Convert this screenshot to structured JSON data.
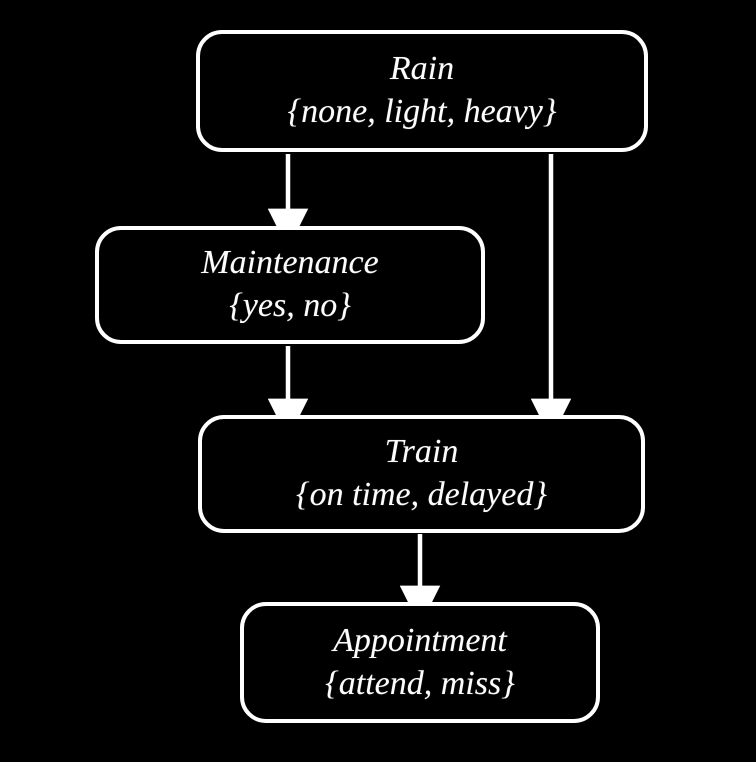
{
  "figure": {
    "kind": "bayesian-network-diagram",
    "background_color": "#000000",
    "node_border_color": "#ffffff",
    "node_fill_color": "#000000",
    "text_color": "#fdfdfd",
    "edge_color": "#ffffff"
  },
  "nodes": [
    {
      "id": "rain",
      "name": "Rain",
      "states_text": "{none, light, heavy}",
      "states": [
        "none",
        "light",
        "heavy"
      ]
    },
    {
      "id": "maintenance",
      "name": "Maintenance",
      "states_text": "{yes, no}",
      "states": [
        "yes",
        "no"
      ]
    },
    {
      "id": "train",
      "name": "Train",
      "states_text": "{on time, delayed}",
      "states": [
        "on time",
        "delayed"
      ]
    },
    {
      "id": "appointment",
      "name": "Appointment",
      "states_text": "{attend, miss}",
      "states": [
        "attend",
        "miss"
      ]
    }
  ],
  "edges": [
    {
      "id": "rain-to-maintenance",
      "from": "Rain",
      "to": "Maintenance"
    },
    {
      "id": "rain-to-train",
      "from": "Rain",
      "to": "Train"
    },
    {
      "id": "maintenance-to-train",
      "from": "Maintenance",
      "to": "Train"
    },
    {
      "id": "train-to-appointment",
      "from": "Train",
      "to": "Appointment"
    }
  ]
}
